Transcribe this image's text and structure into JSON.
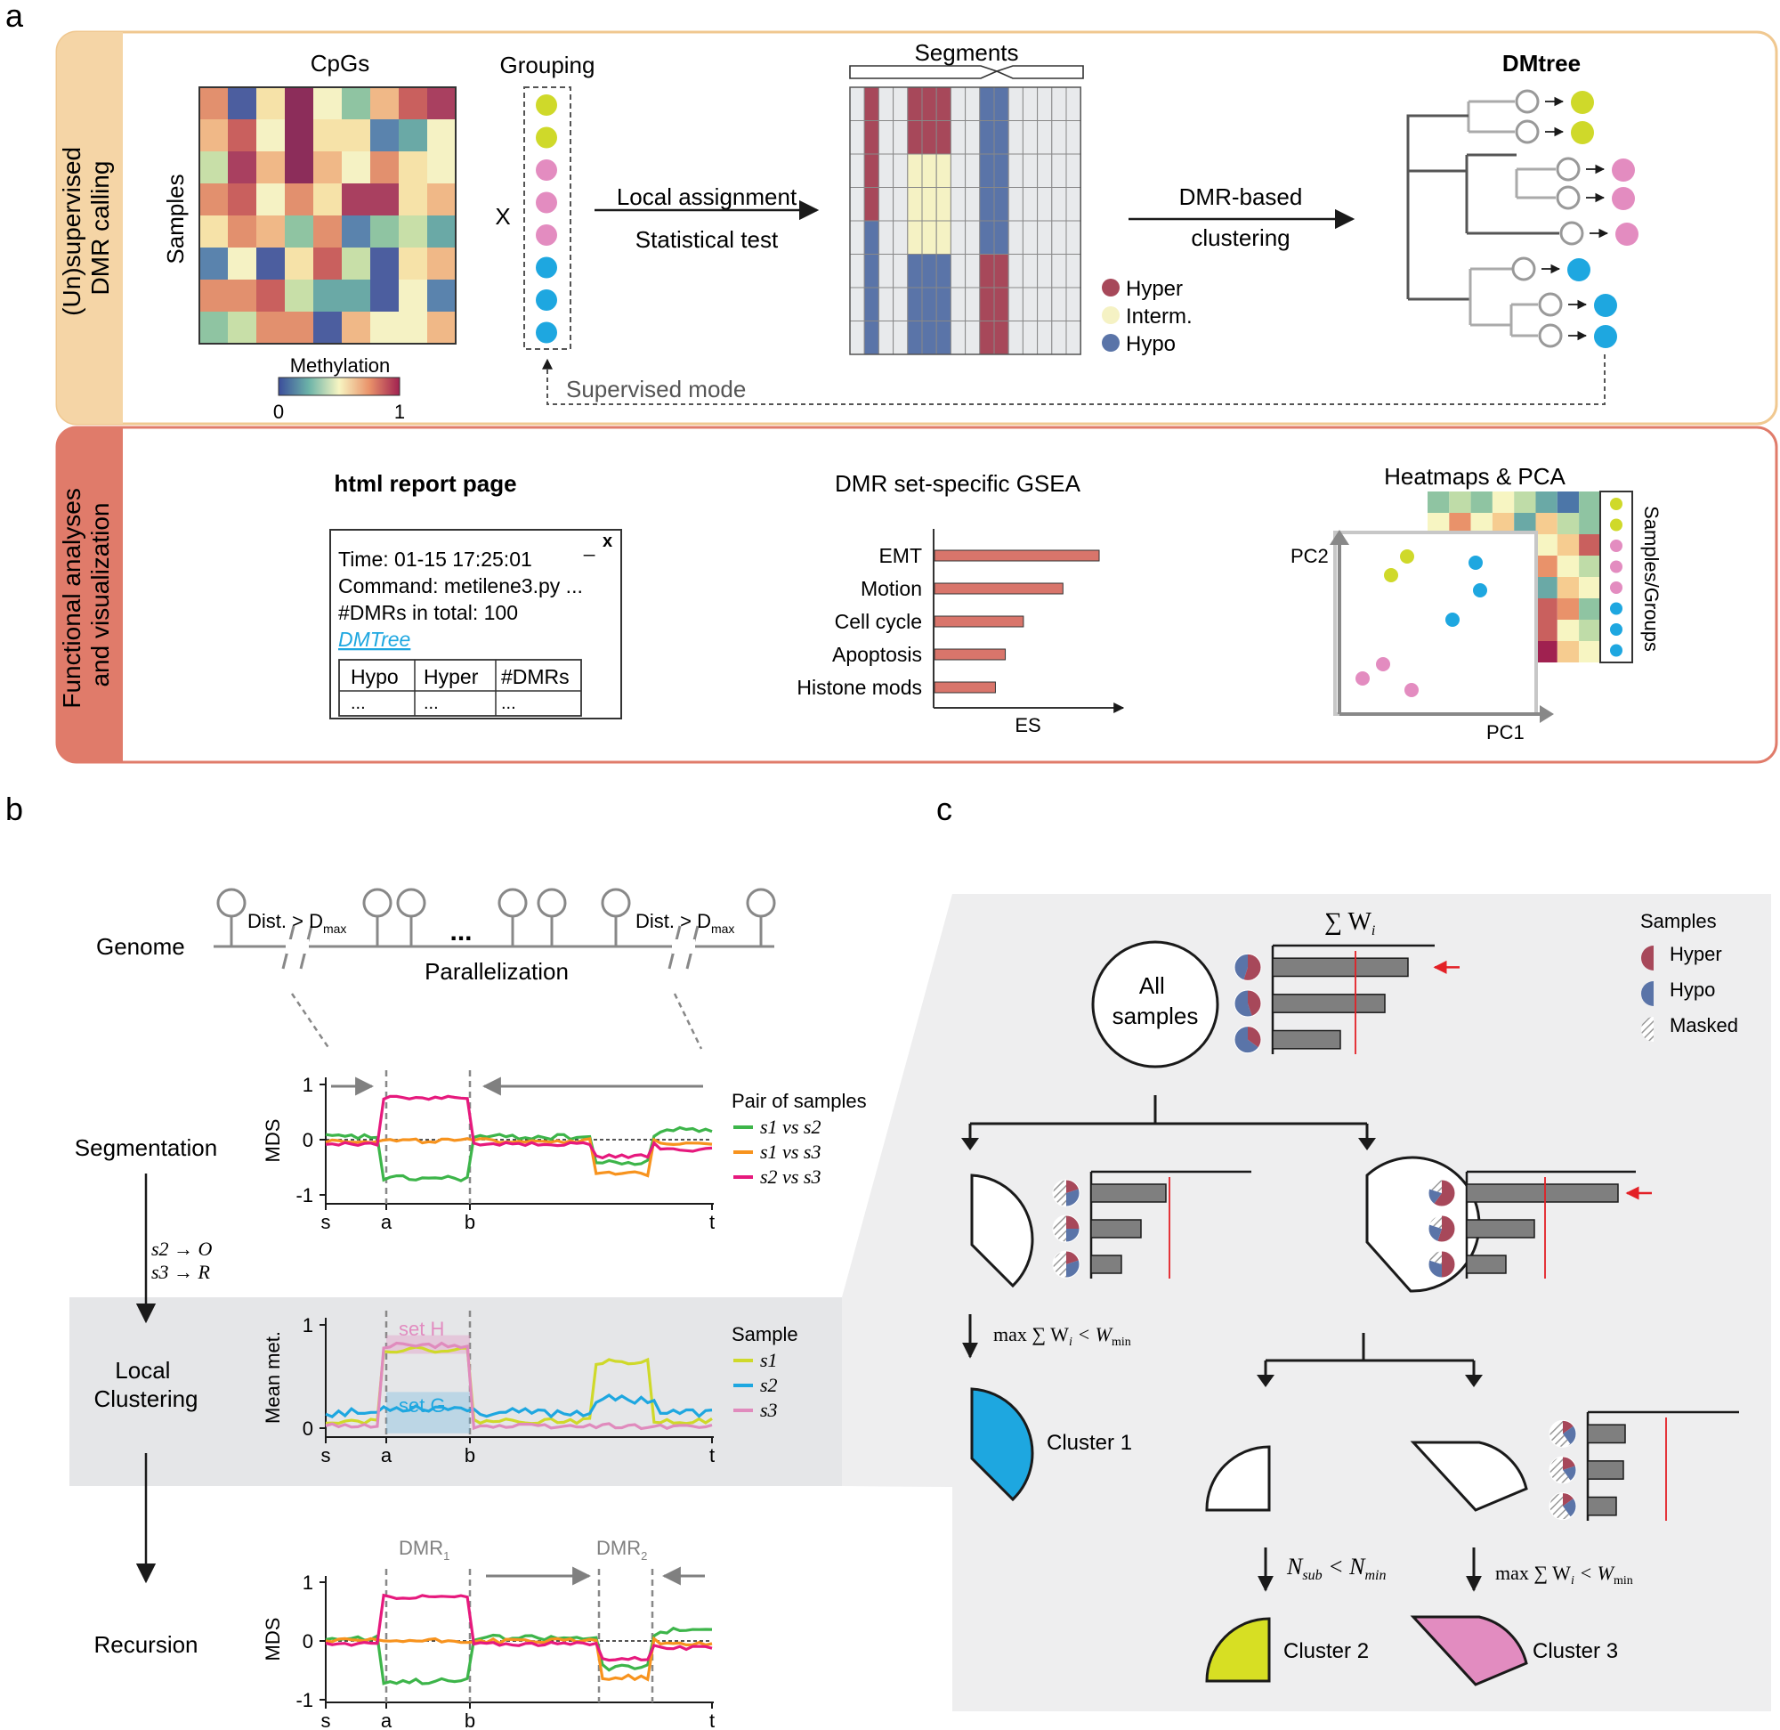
{
  "panel_labels": {
    "a": "a",
    "b": "b",
    "c": "c"
  },
  "section_a1": {
    "side_label_line1": "(Un)supervised",
    "side_label_line2": "DMR calling",
    "cpgs_label": "CpGs",
    "samples_label": "Samples",
    "grouping_label": "Grouping",
    "times_symbol": "X",
    "methylation_label": "Methylation",
    "scale_min": "0",
    "scale_max": "1",
    "arrow1_line1": "Local assignment",
    "arrow1_line2": "Statistical test",
    "segments_label": "Segments",
    "arrow2_line1": "DMR-based",
    "arrow2_line2": "clustering",
    "legend": [
      {
        "label": "Hyper",
        "color": "#a7485a"
      },
      {
        "label": "Interm.",
        "color": "#f5f2c4"
      },
      {
        "label": "Hypo",
        "color": "#5a74a8"
      }
    ],
    "dmtree_label": "DMtree",
    "supervised_mode": "Supervised mode"
  },
  "section_a2": {
    "side_label_line1": "Functional analyses",
    "side_label_line2": "and visualization",
    "report_title": "html report page",
    "report_close": "x",
    "report_min": "_",
    "report_lines": [
      "Time: 01-15 17:25:01",
      "Command: metilene3.py ...",
      "#DMRs in total: 100"
    ],
    "report_link": "DMTree",
    "report_table_headers": [
      "Hypo",
      "Hyper",
      "#DMRs"
    ],
    "report_table_cells": [
      "...",
      "...",
      "..."
    ],
    "gsea_title": "DMR set-specific GSEA",
    "gsea_xlabel": "ES",
    "heatmap_title": "Heatmaps & PCA",
    "pca_x": "PC1",
    "pca_y": "PC2",
    "samples_groups": "Samples/Groups"
  },
  "chart_data": [
    {
      "type": "bar",
      "orientation": "horizontal",
      "title": "DMR set-specific GSEA",
      "xlabel": "ES",
      "categories": [
        "EMT",
        "Motion",
        "Cell cycle",
        "Apoptosis",
        "Histone mods"
      ],
      "values": [
        1.0,
        0.78,
        0.54,
        0.43,
        0.37
      ],
      "color": "#d9756b"
    }
  ],
  "section_b": {
    "genome_label": "Genome",
    "dist_label": "Dist. > D",
    "dist_sub": "max",
    "ellipsis": "...",
    "parallelization": "Parallelization",
    "step1": "Segmentation",
    "step2_line1": "Local",
    "step2_line2": "Clustering",
    "step3": "Recursion",
    "reassign_line1": "s2 → O",
    "reassign_line2": "s3 → R",
    "mds_label": "MDS",
    "meanmet_label": "Mean met.",
    "y_ticks_mds": [
      "1",
      "0",
      "-1"
    ],
    "y_ticks_met": [
      "1",
      "0"
    ],
    "x_ticks": [
      "s",
      "a",
      "b",
      "t"
    ],
    "pairs_title": "Pair of samples",
    "pairs": [
      {
        "label": "s1 vs s2",
        "color": "#3db54a"
      },
      {
        "label": "s1 vs s3",
        "color": "#f7931e"
      },
      {
        "label": "s2 vs s3",
        "color": "#e6197d"
      }
    ],
    "samples_title": "Sample",
    "samples": [
      {
        "label": "s1",
        "color": "#cfd92a"
      },
      {
        "label": "s2",
        "color": "#1ea7e0"
      },
      {
        "label": "s3",
        "color": "#e08bbd"
      }
    ],
    "set_h": "set H",
    "set_g": "set G",
    "dmr1": "DMR",
    "dmr1_sub": "1",
    "dmr2": "DMR",
    "dmr2_sub": "2"
  },
  "section_c": {
    "sum_label": "∑ W",
    "sum_sub": "i",
    "all_samples_line1": "All",
    "all_samples_line2": "samples",
    "legend_title": "Samples",
    "legend": [
      {
        "label": "Hyper",
        "color": "#a7485a"
      },
      {
        "label": "Hypo",
        "color": "#5a74a8"
      },
      {
        "label": "Masked",
        "color": "#aaaaaa"
      }
    ],
    "cond1": "max ∑ W",
    "cond1_tail": " < W",
    "cond1_sub": "min",
    "cond2_n": "N",
    "cond2_sub": "sub",
    "cond2_tail": " < N",
    "cond2_sub2": "min",
    "cluster1": "Cluster 1",
    "cluster2": "Cluster 2",
    "cluster3": "Cluster 3",
    "cluster_colors": [
      "#1ea7e0",
      "#d7df23",
      "#e28cc0"
    ]
  }
}
